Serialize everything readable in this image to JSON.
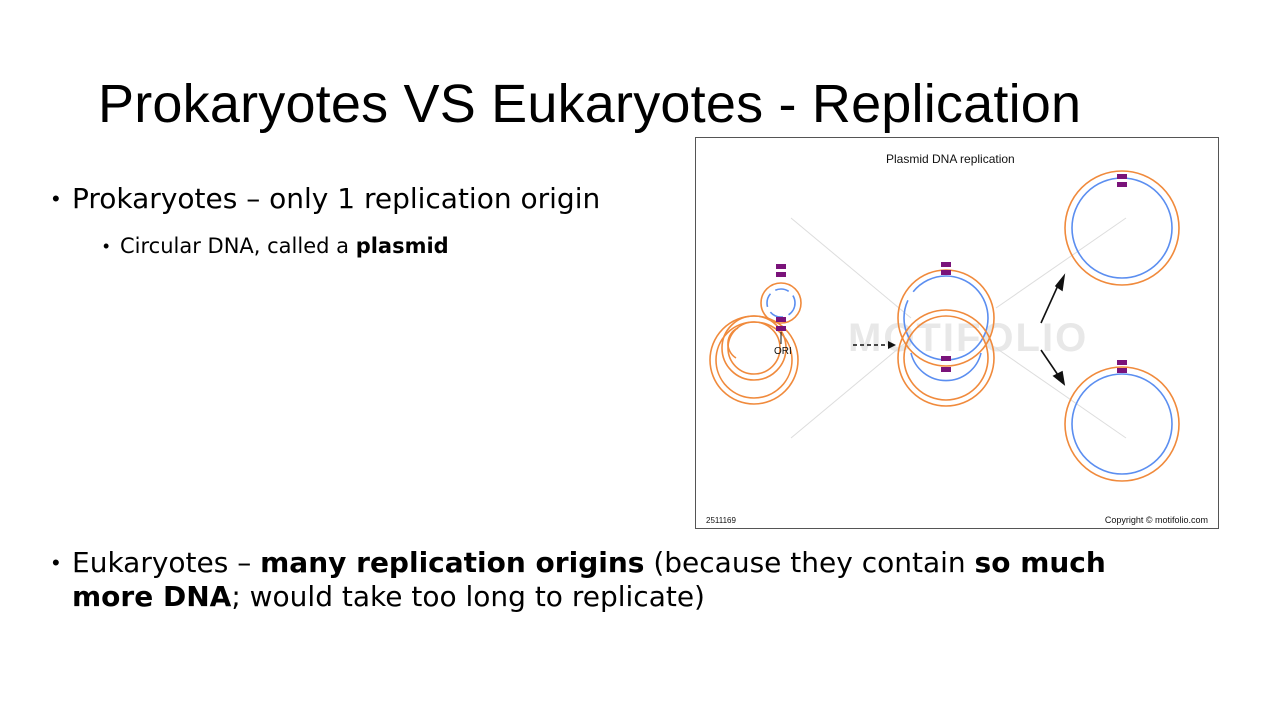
{
  "slide": {
    "title": "Prokaryotes VS Eukaryotes - Replication"
  },
  "bullets": {
    "prokaryotes": "Prokaryotes – only 1 replication origin",
    "circular_pre": "Circular DNA, called a ",
    "circular_bold": "plasmid",
    "eukaryotes_pre": "Eukaryotes – ",
    "eukaryotes_bold1": "many replication origins",
    "eukaryotes_mid": " (because they contain ",
    "eukaryotes_bold2": "so much more DNA",
    "eukaryotes_post": "; would take too long to replicate)"
  },
  "figure": {
    "title": "Plasmid DNA replication",
    "ori_label": "ORI",
    "image_id": "2511169",
    "copyright": "Copyright © motifolio.com",
    "watermark": "MOTIFOLIO",
    "colors": {
      "outer_strand": "#f08a3c",
      "inner_strand": "#5b8ef0",
      "origin_marker": "#7a137a"
    }
  }
}
